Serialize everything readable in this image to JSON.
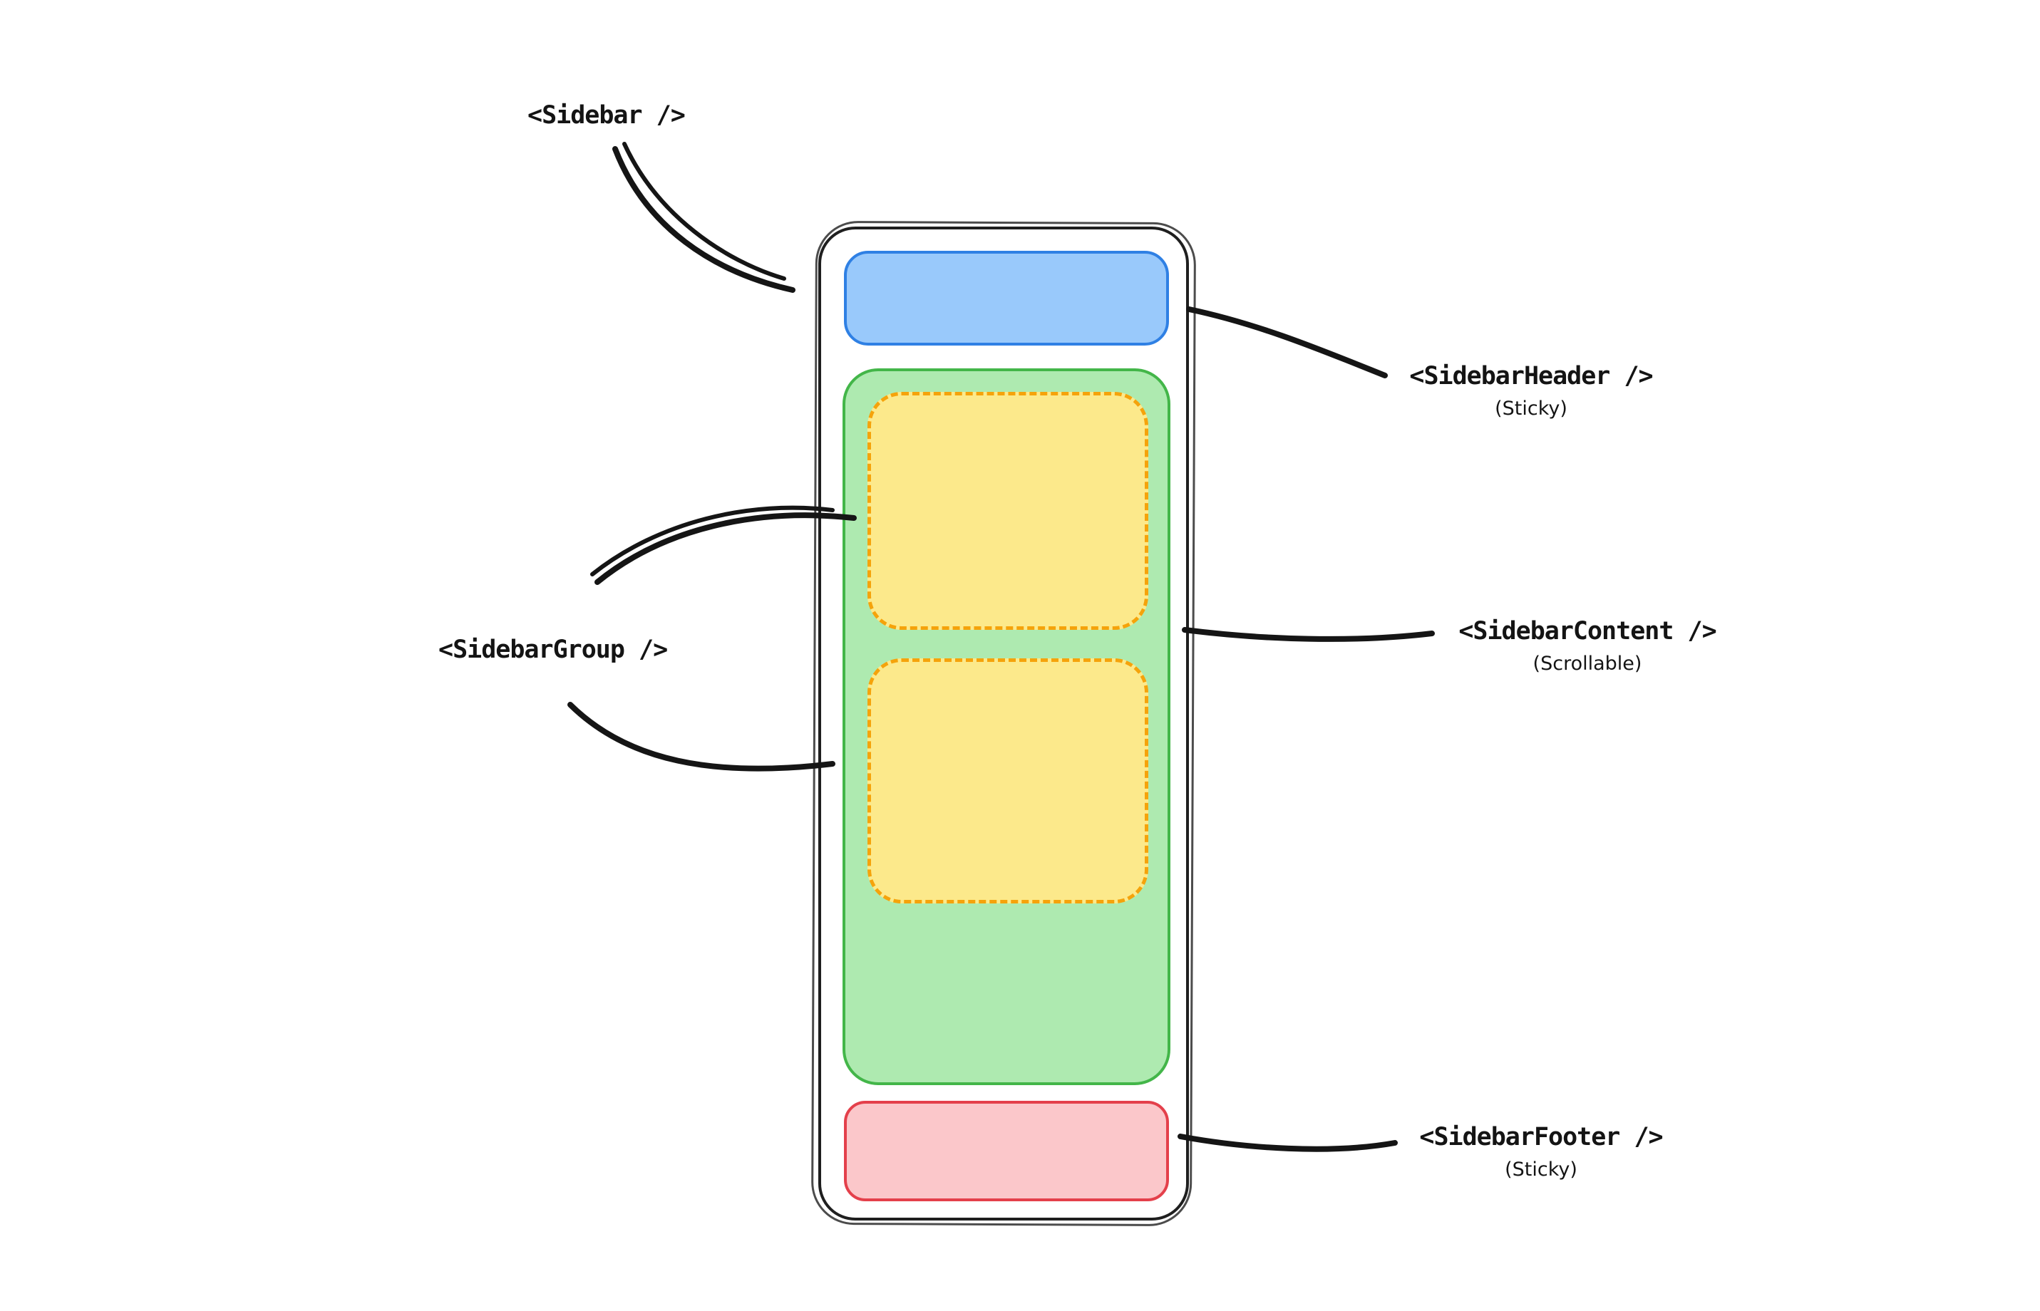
{
  "labels": {
    "sidebar": "<Sidebar />",
    "header": "<SidebarHeader />",
    "header_note": "(Sticky)",
    "group": "<SidebarGroup />",
    "content": "<SidebarContent />",
    "content_note": "(Scrollable)",
    "footer": "<SidebarFooter />",
    "footer_note": "(Sticky)"
  },
  "colors": {
    "background": "#ffffff",
    "text": "#141414",
    "arrow": "#151515",
    "container_stroke": "#1f1f1f",
    "header_fill": "#99c9fb",
    "header_stroke": "#2f80e4",
    "content_fill": "#aeeab0",
    "content_stroke": "#43b649",
    "group_fill": "#fce98b",
    "group_stroke": "#f5a30b",
    "footer_fill": "#fbc7ca",
    "footer_stroke": "#e4404b"
  }
}
